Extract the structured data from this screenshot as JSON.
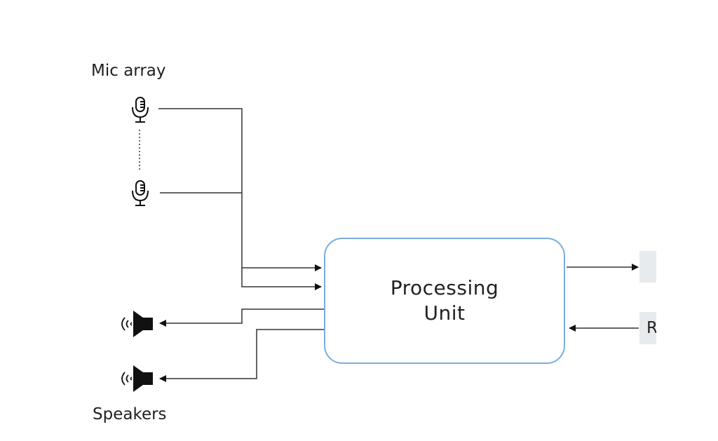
{
  "labels": {
    "mic_array": "Mic array",
    "speakers": "Speakers"
  },
  "processing_unit": {
    "line1": "Processing",
    "line2": "Unit"
  },
  "right_boxes": {
    "top": "",
    "bottom": "R"
  },
  "colors": {
    "box_border": "#7aaedc",
    "line": "#333333",
    "side_box": "#e8ebee"
  },
  "icons": {
    "mic": "microphone-icon",
    "speaker": "speaker-icon"
  }
}
